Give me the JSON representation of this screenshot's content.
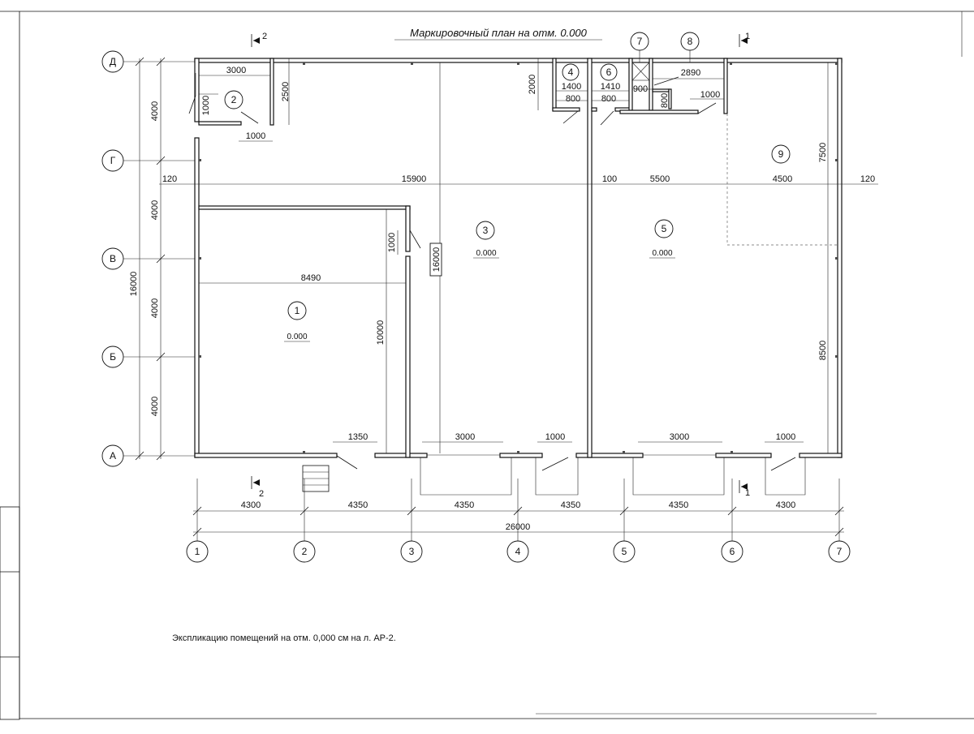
{
  "title": "Маркировочный план на отм. 0.000",
  "note": "Экспликацию помещений на отм. 0,000 см на л. АР-2.",
  "axes": {
    "rows": [
      "Д",
      "Г",
      "В",
      "Б",
      "А"
    ],
    "cols": [
      "1",
      "2",
      "3",
      "4",
      "5",
      "6",
      "7"
    ]
  },
  "section_marks": {
    "s2": "2",
    "s1": "1"
  },
  "rooms": [
    {
      "num": "1",
      "elev": "0.000"
    },
    {
      "num": "2"
    },
    {
      "num": "3",
      "elev": "0.000"
    },
    {
      "num": "4"
    },
    {
      "num": "5",
      "elev": "0.000"
    },
    {
      "num": "6"
    },
    {
      "num": "7"
    },
    {
      "num": "8"
    },
    {
      "num": "9"
    }
  ],
  "dims": {
    "left_spans": [
      "4000",
      "4000",
      "4000",
      "4000"
    ],
    "left_total": "16000",
    "bottom_spans": [
      "4300",
      "4350",
      "4350",
      "4350",
      "4350",
      "4300"
    ],
    "bottom_total": "26000",
    "d3000_top": "3000",
    "d2500": "2500",
    "d1000_r2": "1000",
    "d1000_r2b": "1000",
    "d120_l": "120",
    "d15900": "15900",
    "d100": "100",
    "d5500": "5500",
    "d4500": "4500",
    "d120_r": "120",
    "d2000": "2000",
    "d1400": "1400",
    "d800_a": "800",
    "d1410": "1410",
    "d800_b": "800",
    "d900": "900",
    "d2890": "2890",
    "d800_c": "800",
    "d1000_r8": "1000",
    "d7500": "7500",
    "d8500": "8500",
    "d1000_r1": "1000",
    "d8490": "8490",
    "d10000": "10000",
    "d16000_v": "16000",
    "d1350": "1350",
    "d3000_a": "3000",
    "d1000_a": "1000",
    "d3000_b": "3000",
    "d1000_b": "1000"
  }
}
